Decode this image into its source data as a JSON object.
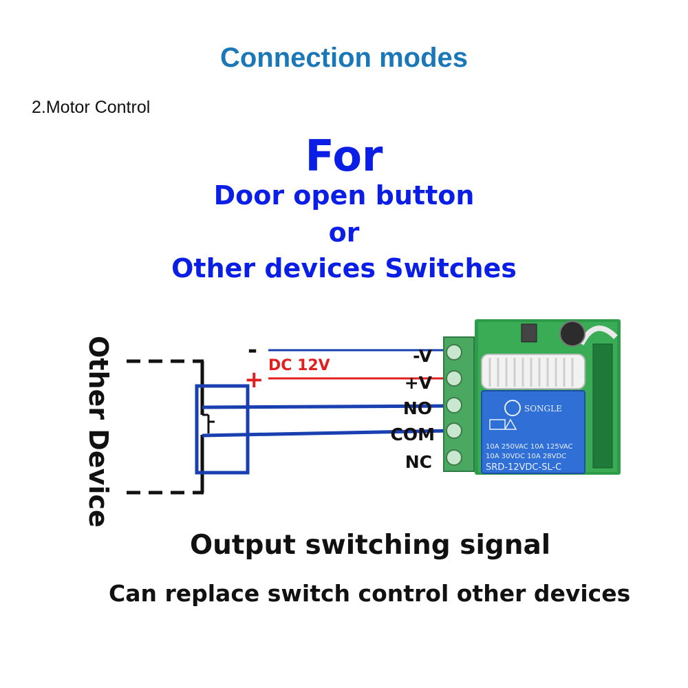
{
  "header": {
    "title": "Connection modes",
    "subtitle": "2.Motor Control"
  },
  "purpose": {
    "for_label": "For",
    "line1": "Door open button",
    "line2": "or",
    "line3": "Other devices Switches"
  },
  "diagram": {
    "device_label": "Other Device",
    "minus_sign": "-",
    "plus_sign": "+",
    "supply_label": "DC 12V",
    "terminals": [
      "-V",
      "+V",
      "NO",
      "COM",
      "NC"
    ],
    "relay": {
      "brand": "SONGLE",
      "rating1": "10A 250VAC   10A 125VAC",
      "rating2": "10A  30VDC   10A  28VDC",
      "model": "SRD-12VDC-SL-C"
    },
    "colors": {
      "wire_blue": "#1a3fb0",
      "wire_red": "#e02020",
      "pcb_green": "#2e9b4a",
      "relay_blue": "#2f6fd6"
    }
  },
  "captions": {
    "line1": "Output switching signal",
    "line2": "Can replace switch control other devices"
  }
}
